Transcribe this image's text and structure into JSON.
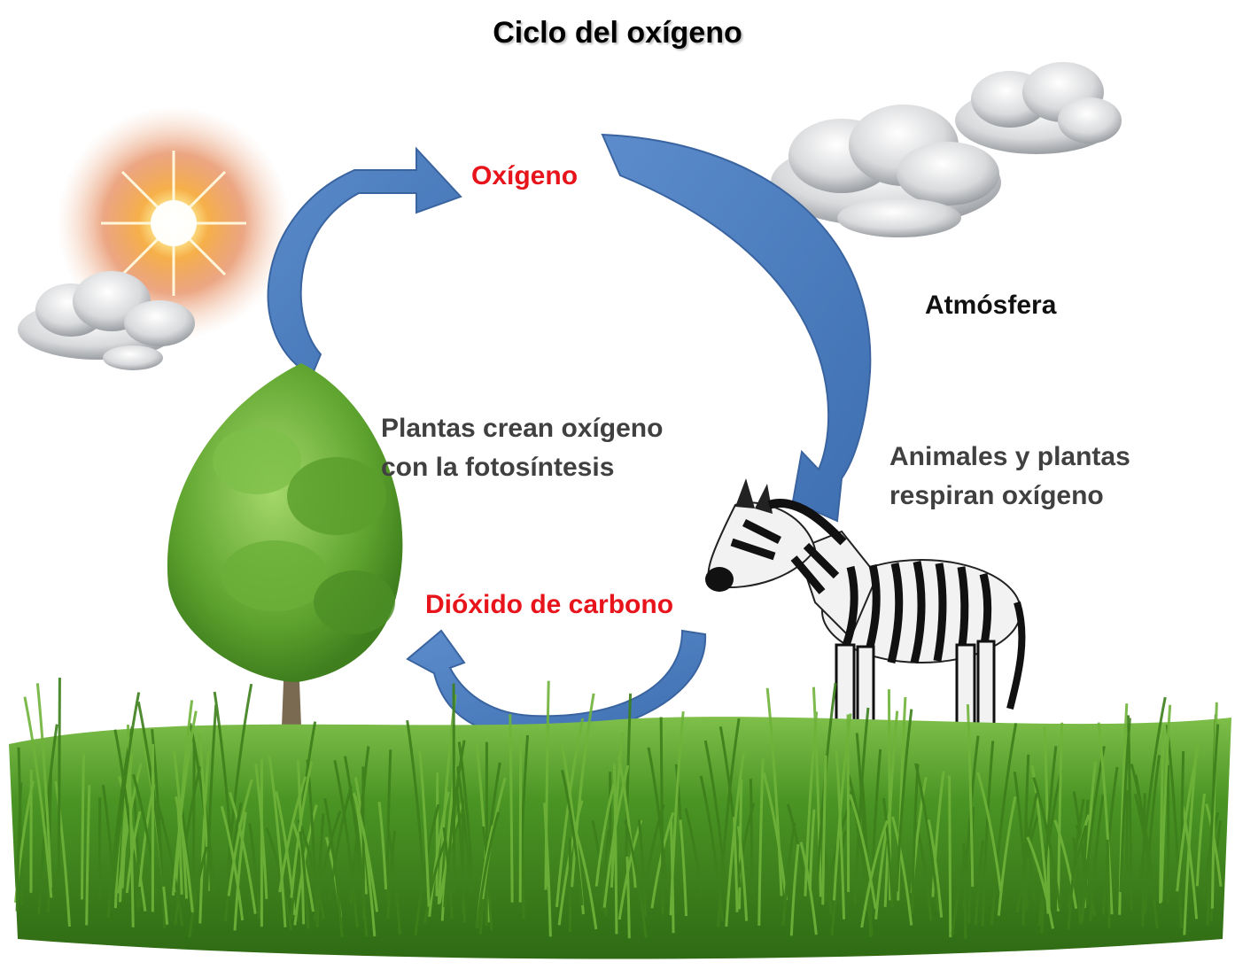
{
  "title": "Ciclo del oxígeno",
  "nodes": {
    "oxygen": "Oxígeno",
    "atmosphere": "Atmósfera",
    "carbon_dioxide": "Dióxido de carbono"
  },
  "captions": {
    "plants_line1": "Plantas crean oxígeno",
    "plants_line2": "con la fotosíntesis",
    "animals_line1": "Animales y plantas",
    "animals_line2": "respiran oxígeno"
  },
  "colors": {
    "arrow": "#4f7fc1",
    "arrow_edge": "#3a64a0",
    "highlight_text": "#e8141b",
    "caption_text": "#404040",
    "grass": "#3f8a1e",
    "tree": "#6fb63a"
  },
  "icons": [
    "sun-icon",
    "cloud-icon",
    "tree-icon",
    "zebra-icon",
    "grass-icon"
  ]
}
